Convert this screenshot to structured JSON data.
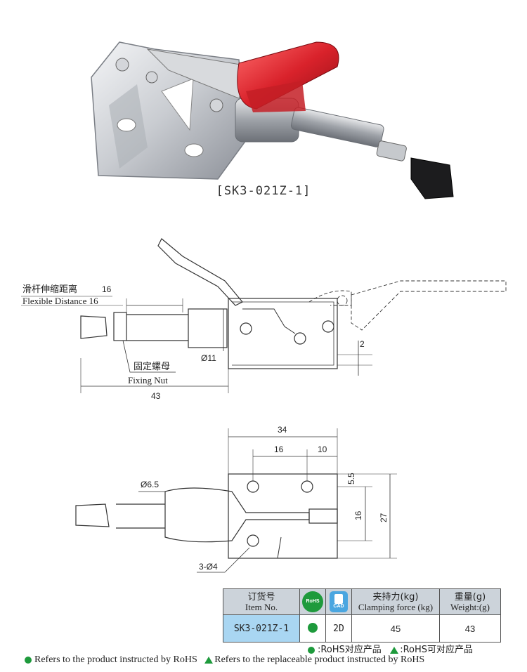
{
  "product": {
    "caption": "[SK3-021Z-1]"
  },
  "side_view": {
    "flex_label_cn": "滑杆伸缩距离",
    "flex_label_en": "Flexible Distance 16",
    "flex_value": "16",
    "nut_label_cn": "固定螺母",
    "nut_label_en": "Fixing Nut",
    "dia_label": "Ø11",
    "gap_label": "2",
    "length_label": "43"
  },
  "top_view": {
    "width_total": "34",
    "width_a": "16",
    "width_b": "10",
    "rod_dia": "Ø6.5",
    "hole_offset": "5.5",
    "hole_spacing": "16",
    "height_total": "27",
    "holes": "3-Ø4"
  },
  "table": {
    "headers": {
      "item_cn": "订货号",
      "item_en": "Item No.",
      "rohs_badge": "RoHS",
      "cad_badge": "CAD",
      "force_cn": "夹持力(kg)",
      "force_en": "Clamping force (kg)",
      "weight_cn": "重量(g)",
      "weight_en": "Weight:(g)"
    },
    "rows": [
      {
        "item": "SK3-021Z-1",
        "cad": "2D",
        "force": "45",
        "weight": "43"
      }
    ]
  },
  "legend": {
    "line1_dot": ":RoHS对应产品",
    "line1_tri": ":RoHS可对应产品",
    "line2_dot": "Refers to the product instructed by RoHS",
    "line2_tri": "Refers to the replaceable product instructed by RoHS"
  },
  "colors": {
    "handle_red": "#d9222b",
    "rohs_green": "#1e9a3c",
    "cad_blue": "#4aa6e0",
    "item_cell": "#a9d6f2",
    "header_cell": "#ccd3da"
  }
}
